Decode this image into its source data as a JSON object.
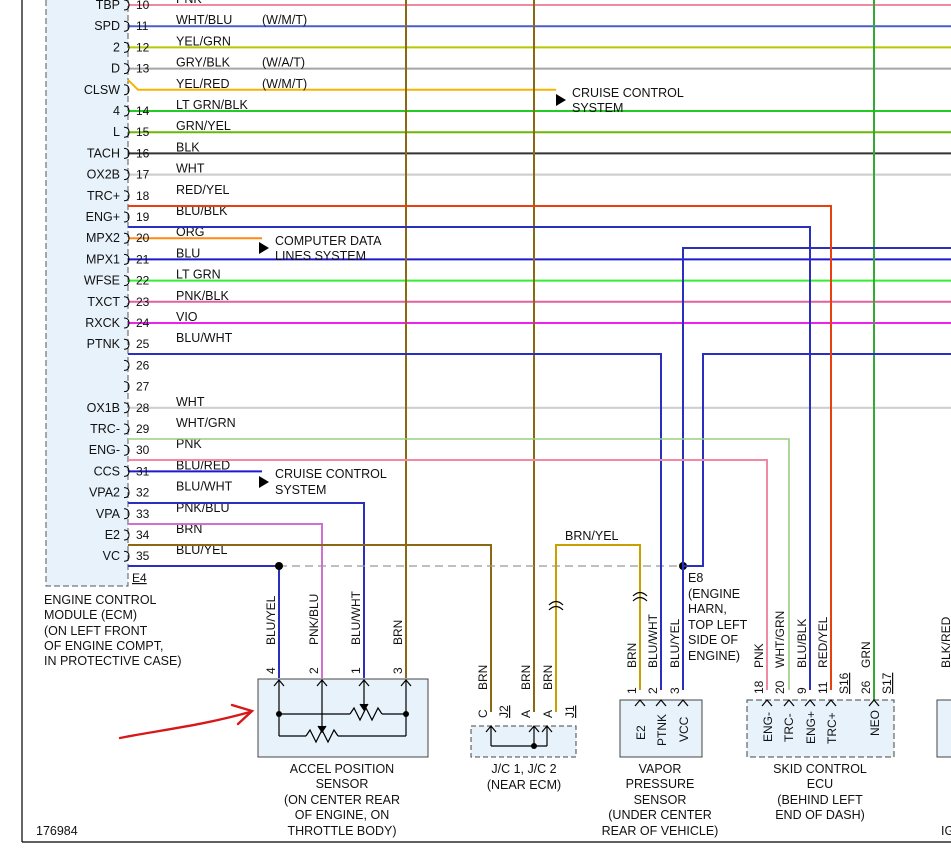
{
  "ecm": {
    "pins": [
      {
        "num": "10",
        "name": "TBP",
        "color": "PNK",
        "note": "",
        "hex": "#f08aa0"
      },
      {
        "num": "11",
        "name": "SPD",
        "color": "WHT/BLU",
        "note": "(W/M/T)",
        "hex": "#4a5fc9"
      },
      {
        "num": "12",
        "name": "2",
        "color": "YEL/GRN",
        "note": "",
        "hex": "#b7c800"
      },
      {
        "num": "13",
        "name": "D",
        "color": "GRY/BLK",
        "note": "(W/A/T)",
        "hex": "#a5a5a5"
      },
      {
        "num": "",
        "name": "CLSW",
        "color": "YEL/RED",
        "note": "(W/M/T)",
        "hex": "#f5b400"
      },
      {
        "num": "14",
        "name": "4",
        "color": "LT GRN/BLK",
        "note": "",
        "hex": "#22cc22"
      },
      {
        "num": "15",
        "name": "L",
        "color": "GRN/YEL",
        "note": "",
        "hex": "#6ab800"
      },
      {
        "num": "16",
        "name": "TACH",
        "color": "BLK",
        "note": "",
        "hex": "#333333"
      },
      {
        "num": "17",
        "name": "OX2B",
        "color": "WHT",
        "note": "",
        "hex": "#cfcfcf"
      },
      {
        "num": "18",
        "name": "TRC+",
        "color": "RED/YEL",
        "note": "",
        "hex": "#e84010"
      },
      {
        "num": "19",
        "name": "ENG+",
        "color": "BLU/BLK",
        "note": "",
        "hex": "#2a2fc0"
      },
      {
        "num": "20",
        "name": "MPX2",
        "color": "ORG",
        "note": "",
        "hex": "#ff8a10"
      },
      {
        "num": "21",
        "name": "MPX1",
        "color": "BLU",
        "note": "",
        "hex": "#1a1ad0"
      },
      {
        "num": "22",
        "name": "WFSE",
        "color": "LT GRN",
        "note": "",
        "hex": "#33ee33"
      },
      {
        "num": "23",
        "name": "TXCT",
        "color": "PNK/BLK",
        "note": "",
        "hex": "#e060a0"
      },
      {
        "num": "24",
        "name": "RXCK",
        "color": "VIO",
        "note": "",
        "hex": "#ee22ee"
      },
      {
        "num": "25",
        "name": "PTNK",
        "color": "BLU/WHT",
        "note": "",
        "hex": "#2a2fc0"
      },
      {
        "num": "26",
        "name": "",
        "color": "",
        "note": "",
        "hex": ""
      },
      {
        "num": "27",
        "name": "",
        "color": "",
        "note": "",
        "hex": ""
      },
      {
        "num": "28",
        "name": "OX1B",
        "color": "WHT",
        "note": "",
        "hex": "#cfcfcf"
      },
      {
        "num": "29",
        "name": "TRC-",
        "color": "WHT/GRN",
        "note": "",
        "hex": "#9acd80"
      },
      {
        "num": "30",
        "name": "ENG-",
        "color": "PNK",
        "note": "",
        "hex": "#f08aa0"
      },
      {
        "num": "31",
        "name": "CCS",
        "color": "BLU/RED",
        "note": "",
        "hex": "#1a1ad0"
      },
      {
        "num": "32",
        "name": "VPA2",
        "color": "BLU/WHT",
        "note": "",
        "hex": "#2a2fc0"
      },
      {
        "num": "33",
        "name": "VPA",
        "color": "PNK/BLU",
        "note": "",
        "hex": "#d070d0"
      },
      {
        "num": "34",
        "name": "E2",
        "color": "BRN",
        "note": "",
        "hex": "#8b6914"
      },
      {
        "num": "35",
        "name": "VC",
        "color": "BLU/YEL",
        "note": "",
        "hex": "#2a2fc0"
      }
    ],
    "connector_id": "E4",
    "caption": [
      "ENGINE CONTROL",
      "MODULE (ECM)",
      "(ON LEFT FRONT",
      "OF ENGINE COMPT,",
      "IN PROTECTIVE CASE)"
    ]
  },
  "refs": {
    "cruise_top": [
      "CRUISE CONTROL",
      "SYSTEM"
    ],
    "computer_data": [
      "COMPUTER DATA",
      "LINES SYSTEM"
    ],
    "cruise_bottom": [
      "CRUISE CONTROL",
      "SYSTEM"
    ]
  },
  "accel_sensor": {
    "pins": [
      "4",
      "2",
      "1",
      "3"
    ],
    "wire_colors": [
      "BLU/YEL",
      "PNK/BLU",
      "BLU/WHT",
      "BRN"
    ],
    "caption": [
      "ACCEL POSITION",
      "SENSOR",
      "(ON CENTER REAR",
      "OF ENGINE, ON",
      "THROTTLE BODY)"
    ]
  },
  "jc": {
    "pins": [
      "C",
      "A",
      "A"
    ],
    "ids": [
      "J2",
      "J1"
    ],
    "wire_colors": [
      "BRN",
      "BRN",
      "BRN"
    ],
    "caption": [
      "J/C 1, J/C 2",
      "(NEAR ECM)"
    ]
  },
  "vapor_sensor": {
    "pins": [
      "1",
      "2",
      "3"
    ],
    "pin_names": [
      "E2",
      "PTNK",
      "VCC"
    ],
    "wire_colors": [
      "BRN",
      "BLU/WHT",
      "BLU/YEL"
    ],
    "top_wire": "BRN/YEL",
    "caption": [
      "VAPOR",
      "PRESSURE",
      "SENSOR",
      "(UNDER CENTER",
      "REAR OF VEHICLE)"
    ]
  },
  "splice": {
    "id": "E8",
    "note": [
      "(ENGINE",
      "HARN,",
      "TOP LEFT",
      "SIDE OF",
      "ENGINE)"
    ]
  },
  "skid_ecu": {
    "pins": [
      "18",
      "20",
      "9",
      "11",
      "26"
    ],
    "pin_names": [
      "ENG-",
      "TRC-",
      "ENG+",
      "TRC+",
      "NEO"
    ],
    "wire_colors": [
      "PNK",
      "WHT/GRN",
      "BLU/BLK",
      "RED/YEL",
      "GRN"
    ],
    "ids": [
      "S16",
      "S17"
    ],
    "caption": [
      "SKID CONTROL",
      "ECU",
      "(BEHIND LEFT",
      "END OF DASH)"
    ]
  },
  "right_edge": {
    "wire_color": "BLK/RED",
    "caption": "IG"
  },
  "figure_number": "176984",
  "colors": {
    "brown": "#8b6914",
    "olive": "#a08000",
    "green": "#33aa33",
    "pink": "#f08aa0",
    "blue": "#2a2fc0",
    "annotation_arrow": "#d81818"
  }
}
